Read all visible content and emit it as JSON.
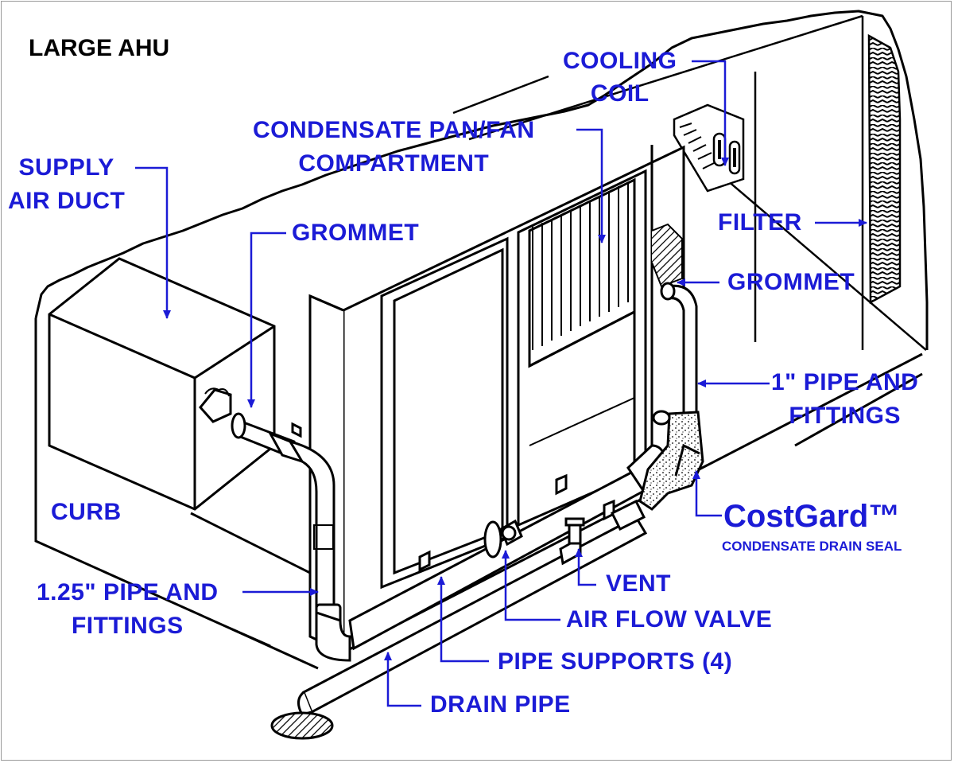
{
  "title": "LARGE AHU",
  "labels": {
    "cooling_coil": [
      "COOLING",
      "COIL"
    ],
    "condensate_pan": [
      "CONDENSATE PAN/FAN",
      "COMPARTMENT"
    ],
    "supply_air_duct": [
      "SUPPLY",
      "AIR DUCT"
    ],
    "grommet_left": "GROMMET",
    "filter": "FILTER",
    "grommet_right": "GROMMET",
    "pipe_1in": [
      "1\" PIPE AND",
      "FITTINGS"
    ],
    "curb": "CURB",
    "pipe_125": [
      "1.25\" PIPE AND",
      "FITTINGS"
    ],
    "vent": "VENT",
    "air_flow_valve": "AIR FLOW VALVE",
    "pipe_supports": "PIPE SUPPORTS (4)",
    "drain_pipe": "DRAIN PIPE"
  },
  "brand": {
    "name": "CostGard™",
    "subtitle": "CONDENSATE DRAIN SEAL"
  },
  "colors": {
    "label": "#1b1bd6",
    "line": "#000000",
    "background": "#ffffff"
  }
}
